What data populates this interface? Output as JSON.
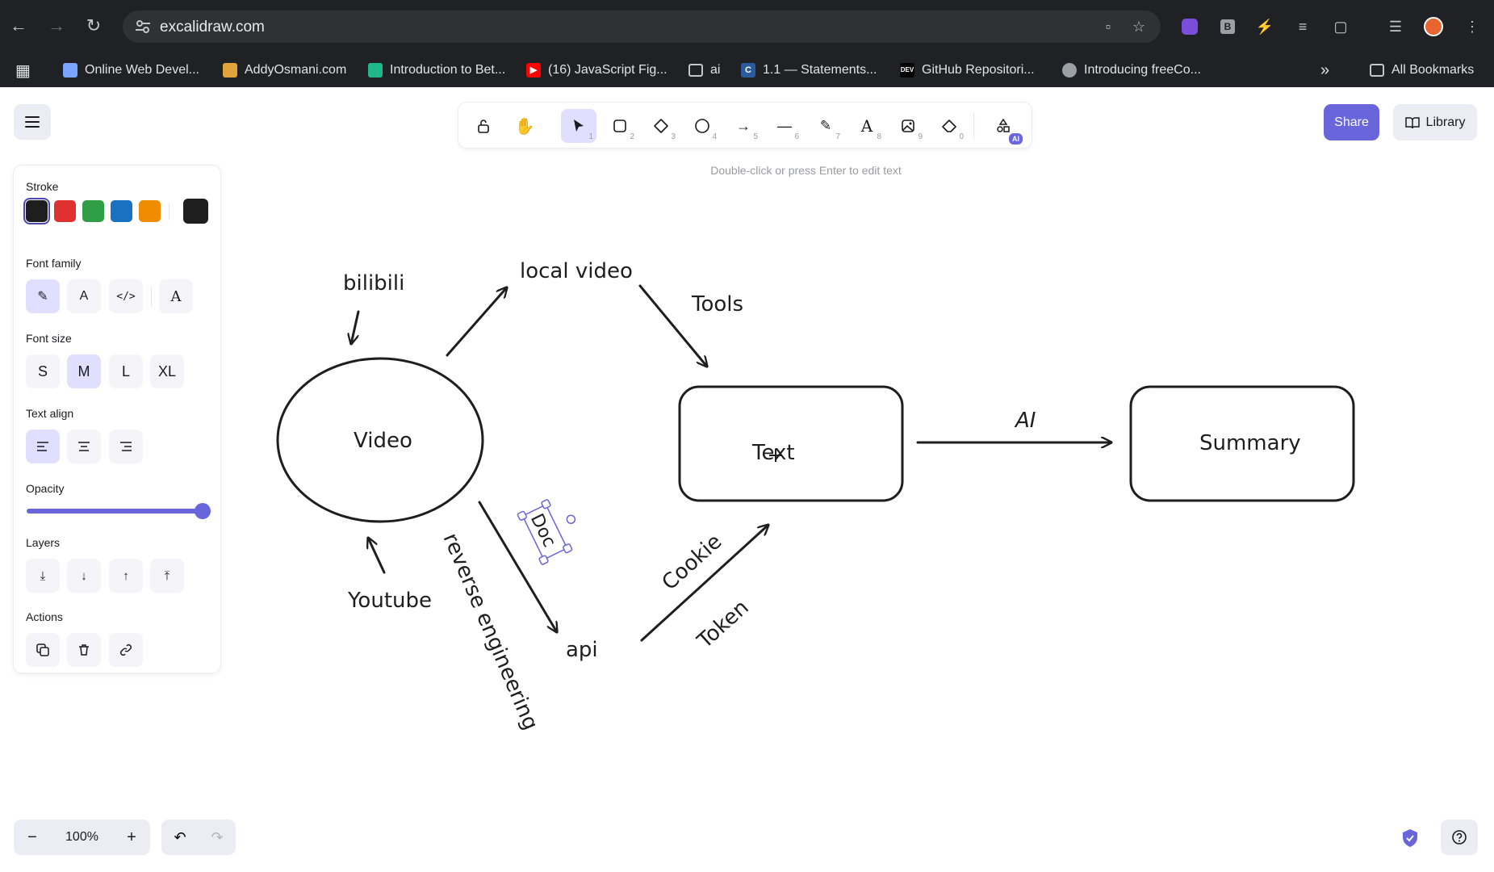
{
  "browser": {
    "url": "excalidraw.com",
    "bookmarks": [
      {
        "label": "Online Web Devel...",
        "icon": "mdn-icon",
        "color": "#7aa4ff"
      },
      {
        "label": "AddyOsmani.com",
        "icon": "avatar-icon",
        "color": "#e0a43a"
      },
      {
        "label": "Introduction to Bet...",
        "icon": "leaf-icon",
        "color": "#1fb88a"
      },
      {
        "label": "(16) JavaScript Fig...",
        "icon": "youtube-icon",
        "color": "#ff0000"
      },
      {
        "label": "ai",
        "icon": "folder-icon",
        "color": "#c4c7c5"
      },
      {
        "label": "1.1 — Statements...",
        "icon": "cpp-icon",
        "color": "#2b5b9e"
      },
      {
        "label": "GitHub Repositori...",
        "icon": "dev-icon",
        "color": "#000000"
      },
      {
        "label": "Introducing freeCo...",
        "icon": "globe-icon",
        "color": "#9aa0a6"
      }
    ],
    "all_bookmarks": "All Bookmarks",
    "more": "»"
  },
  "toolbar": {
    "tools": [
      {
        "name": "lock",
        "num": ""
      },
      {
        "name": "hand",
        "num": ""
      },
      {
        "name": "selection",
        "num": "1"
      },
      {
        "name": "rectangle",
        "num": "2"
      },
      {
        "name": "diamond",
        "num": "3"
      },
      {
        "name": "ellipse",
        "num": "4"
      },
      {
        "name": "arrow",
        "num": "5"
      },
      {
        "name": "line",
        "num": "6"
      },
      {
        "name": "draw",
        "num": "7"
      },
      {
        "name": "text",
        "num": "8"
      },
      {
        "name": "image",
        "num": "9"
      },
      {
        "name": "eraser",
        "num": "0"
      },
      {
        "name": "more-tools",
        "num": ""
      }
    ],
    "ai_badge": "AI",
    "active_tool": "selection"
  },
  "hint": "Double-click or press Enter to edit text",
  "header": {
    "share": "Share",
    "library": "Library"
  },
  "panel": {
    "stroke_label": "Stroke",
    "stroke_colors": [
      "#1e1e1e",
      "#e03131",
      "#2f9e44",
      "#1971c2",
      "#f08c00"
    ],
    "current_stroke": "#1e1e1e",
    "font_family_label": "Font family",
    "font_size_label": "Font size",
    "font_sizes": [
      "S",
      "M",
      "L",
      "XL"
    ],
    "selected_font_size": "M",
    "text_align_label": "Text align",
    "opacity_label": "Opacity",
    "opacity_value": 100,
    "layers_label": "Layers",
    "actions_label": "Actions"
  },
  "footer": {
    "zoom": "100%",
    "zoom_out": "−",
    "zoom_in": "+"
  },
  "drawing": {
    "labels": {
      "bilibili": "bilibili",
      "local_video": "local video",
      "tools": "Tools",
      "video": "Video",
      "text": "Text",
      "ai": "AI",
      "summary": "Summary",
      "doc": "Doc",
      "reverse": "reverse engineering",
      "cookie": "Cookie",
      "token": "Token",
      "youtube": "Youtube",
      "api": "api"
    }
  }
}
